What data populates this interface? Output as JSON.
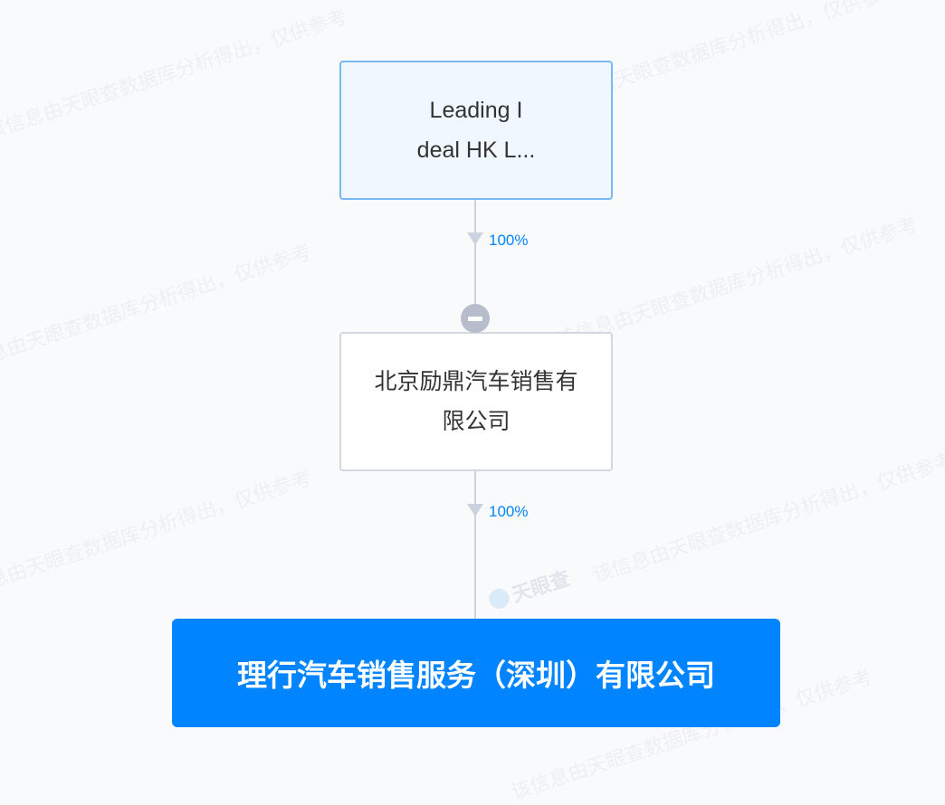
{
  "watermark": {
    "text": "该信息由天眼查数据库分析得出，仅供参考",
    "brand": "天眼查"
  },
  "nodes": [
    {
      "label_line1": "Leading I",
      "label_line2": "deal HK L..."
    },
    {
      "label_line1": "北京励鼎汽车销售有",
      "label_line2": "限公司"
    },
    {
      "label": "理行汽车销售服务（深圳）有限公司"
    }
  ],
  "edges": [
    {
      "percent": "100%"
    },
    {
      "percent": "100%"
    }
  ],
  "colors": {
    "accent": "#0084ff",
    "line": "#ccd3e0",
    "collapse": "#b7bdcb"
  }
}
